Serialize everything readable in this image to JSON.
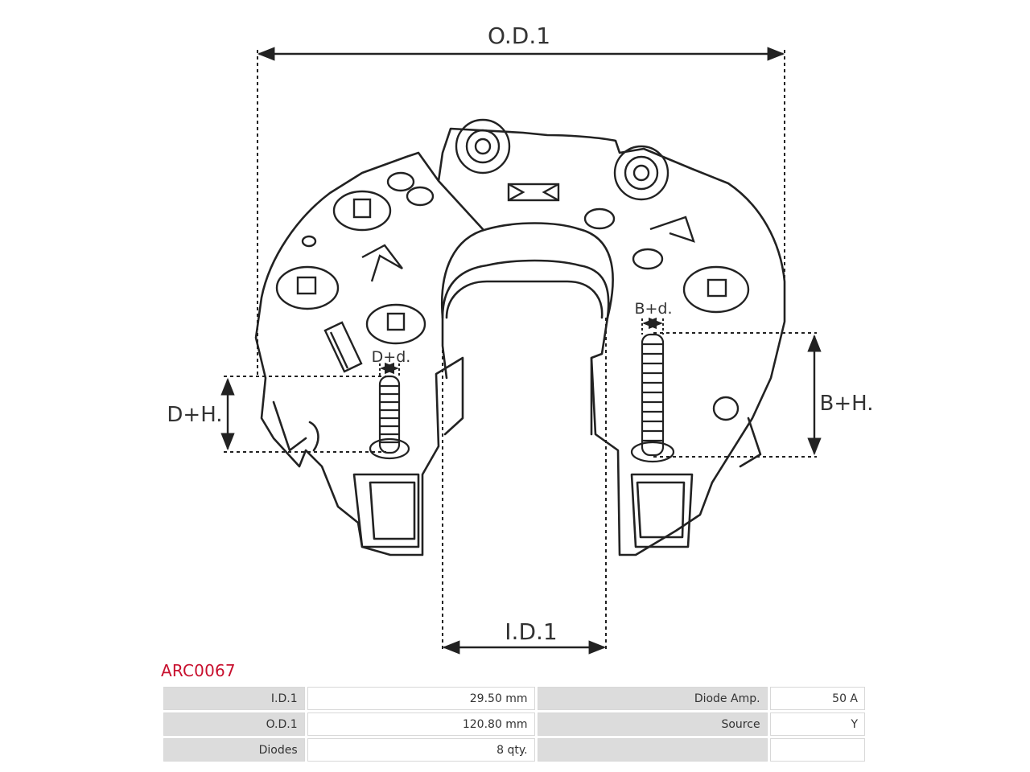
{
  "diagram": {
    "labels": {
      "od": "O.D.1",
      "id": "I.D.1",
      "dh": "D+H.",
      "dd": "D+d.",
      "bh": "B+H.",
      "bd": "B+d."
    }
  },
  "part": {
    "code": "ARC0067"
  },
  "specs": [
    {
      "label": "I.D.1",
      "value": "29.50 mm",
      "label2": "Diode Amp.",
      "value2": "50 A"
    },
    {
      "label": "O.D.1",
      "value": "120.80 mm",
      "label2": "Source",
      "value2": "Y"
    },
    {
      "label": "Diodes",
      "value": "8 qty.",
      "label2": "",
      "value2": ""
    }
  ]
}
